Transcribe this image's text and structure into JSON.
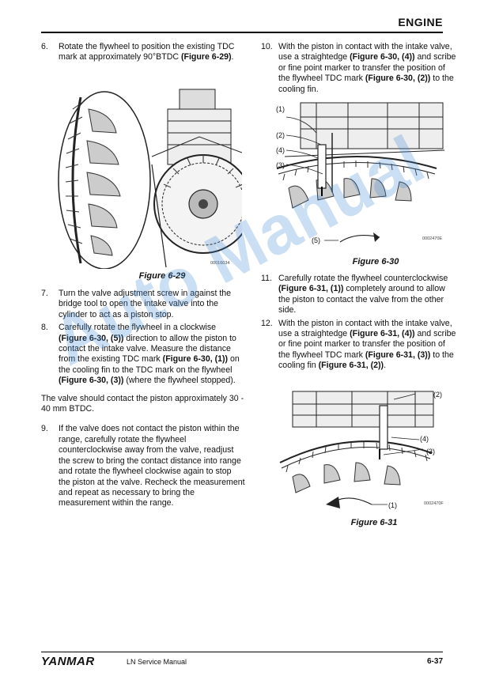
{
  "header": {
    "title": "ENGINE"
  },
  "left": {
    "step6": {
      "num": "6.",
      "a": "Rotate the flywheel to position the existing TDC mark at approximately 90°BTDC ",
      "b": "(Figure 6-29)",
      "c": "."
    },
    "fig29": {
      "caption": "Figure 6-29",
      "id": "00016034"
    },
    "step7": {
      "num": "7.",
      "text": "Turn the valve adjustment screw in against the bridge tool to open the intake valve into the cylinder to act as a piston stop."
    },
    "step8": {
      "num": "8.",
      "a": "Carefully rotate the flywheel in a clockwise ",
      "b": "(Figure 6-30, (5))",
      "c": " direction to allow the piston to contact the intake valve. Measure the distance from the existing TDC mark ",
      "d": "(Figure 6-30, (1))",
      "e": " on the cooling fin to the TDC mark on the flywheel ",
      "f": "(Figure 6-30, (3))",
      "g": " (where the flywheel stopped)."
    },
    "note": "The valve should contact the piston approximately 30 - 40 mm BTDC.",
    "step9": {
      "num": "9.",
      "text": "If the valve does not contact the piston within the range, carefully rotate the flywheel counterclockwise away from the valve, readjust the screw to bring the contact distance into range and rotate the flywheel clockwise again to stop the piston at the valve. Recheck the measurement and repeat as necessary to bring the measurement within the range."
    }
  },
  "right": {
    "step10": {
      "num": "10.",
      "a": "With the piston in contact with the intake valve, use a straightedge ",
      "b": "(Figure 6-30, (4))",
      "c": " and scribe or fine point marker to transfer the position of the flywheel TDC mark ",
      "d": "(Figure 6-30, (2))",
      "e": " to the cooling fin."
    },
    "fig30": {
      "caption": "Figure 6-30",
      "id": "0002470E",
      "callouts": [
        "(1)",
        "(2)",
        "(4)",
        "(3)",
        "(5)"
      ]
    },
    "step11": {
      "num": "11.",
      "a": "Carefully rotate the flywheel counterclockwise ",
      "b": "(Figure 6-31, (1))",
      "c": " completely around to allow the piston to contact the valve from the other side."
    },
    "step12": {
      "num": "12.",
      "a": "With the piston in contact with the intake valve, use a straightedge ",
      "b": "(Figure 6-31, (4))",
      "c": " and scribe or fine point marker to transfer the position of the flywheel TDC mark ",
      "d": "(Figure 6-31, (3))",
      "e": " to the cooling fin ",
      "f": "(Figure 6-31, (2))",
      "g": "."
    },
    "fig31": {
      "caption": "Figure 6-31",
      "id": "0002470F",
      "callouts": [
        "(2)",
        "(4)",
        "(3)",
        "(1)"
      ]
    }
  },
  "watermark": "Auto Manual",
  "footer": {
    "brand": "YANMAR",
    "manual": "LN Service Manual",
    "page": "6-37"
  }
}
